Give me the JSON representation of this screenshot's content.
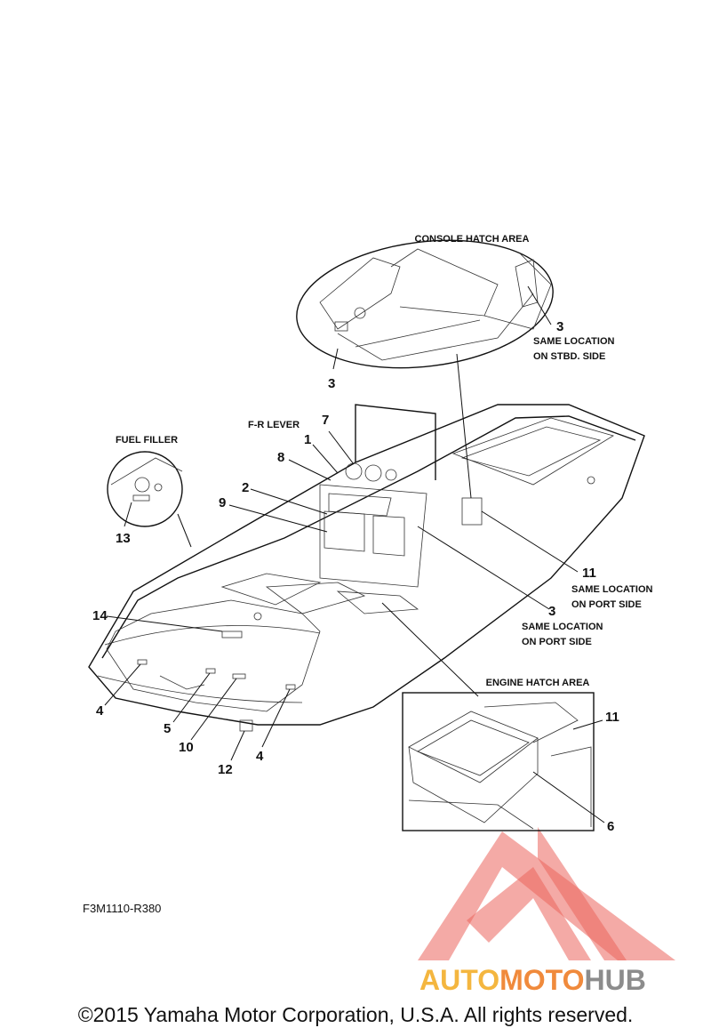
{
  "areas": {
    "console_hatch": "CONSOLE HATCH AREA",
    "engine_hatch": "ENGINE HATCH AREA",
    "fuel_filler": "FUEL FILLER",
    "fr_lever": "F-R LEVER"
  },
  "notes": {
    "same_stbd_1": "SAME LOCATION",
    "same_stbd_2": "ON STBD. SIDE",
    "same_port_a1": "SAME LOCATION",
    "same_port_a2": "ON PORT SIDE",
    "same_port_b1": "SAME LOCATION",
    "same_port_b2": "ON PORT SIDE"
  },
  "callouts": {
    "c1": "1",
    "c2": "2",
    "c3_console_left": "3",
    "c3_console_right": "3",
    "c3_hull": "3",
    "c4_left": "4",
    "c4_right": "4",
    "c5": "5",
    "c6": "6",
    "c7": "7",
    "c8": "8",
    "c9": "9",
    "c10": "10",
    "c11_hull": "11",
    "c11_engine": "11",
    "c12": "12",
    "c13": "13",
    "c14": "14"
  },
  "reference_code": "F3M1110-R380",
  "watermark": {
    "part1": "AUTO",
    "part2": "MOTO",
    "part3": "HUB",
    "colors": {
      "triangle": "#e8483f",
      "auto": "#f4b63f",
      "moto": "#f08a3c",
      "hub": "#8c8c8c"
    }
  },
  "copyright": "©2015 Yamaha Motor Corporation, U.S.A. All rights reserved."
}
